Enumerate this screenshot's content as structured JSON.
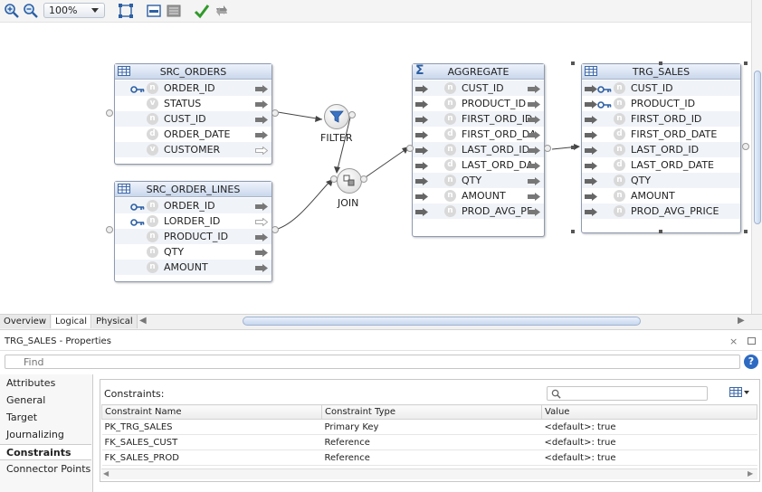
{
  "toolbar": {
    "zoom_value": "100%",
    "icons": [
      "zoom-in-icon",
      "zoom-out-icon",
      "fit-icon",
      "auto-layout-icon",
      "toggle-panel-icon",
      "validate-check-icon",
      "refresh-icon"
    ]
  },
  "nodes": {
    "src_orders": {
      "title": "SRC_ORDERS",
      "rows": [
        {
          "label": "ORDER_ID",
          "badge": "n",
          "key": true,
          "out": "filled"
        },
        {
          "label": "STATUS",
          "badge": "v",
          "key": false,
          "out": "filled"
        },
        {
          "label": "CUST_ID",
          "badge": "n",
          "key": false,
          "out": "filled"
        },
        {
          "label": "ORDER_DATE",
          "badge": "d",
          "key": false,
          "out": "filled"
        },
        {
          "label": "CUSTOMER",
          "badge": "v",
          "key": false,
          "out": "hollow"
        }
      ]
    },
    "src_order_lines": {
      "title": "SRC_ORDER_LINES",
      "rows": [
        {
          "label": "ORDER_ID",
          "badge": "n",
          "key": true,
          "out": "filled"
        },
        {
          "label": "LORDER_ID",
          "badge": "n",
          "key": true,
          "out": "hollow"
        },
        {
          "label": "PRODUCT_ID",
          "badge": "n",
          "key": false,
          "out": "filled"
        },
        {
          "label": "QTY",
          "badge": "n",
          "key": false,
          "out": "filled"
        },
        {
          "label": "AMOUNT",
          "badge": "n",
          "key": false,
          "out": "filled"
        }
      ]
    },
    "aggregate": {
      "title": "AGGREGATE",
      "rows": [
        {
          "label": "CUST_ID",
          "badge": "n",
          "key": false,
          "out": "filled"
        },
        {
          "label": "PRODUCT_ID",
          "badge": "n",
          "key": false,
          "out": "filled"
        },
        {
          "label": "FIRST_ORD_ID",
          "badge": "n",
          "key": false,
          "out": "filled"
        },
        {
          "label": "FIRST_ORD_DA",
          "badge": "d",
          "key": false,
          "out": "filled"
        },
        {
          "label": "LAST_ORD_ID",
          "badge": "n",
          "key": false,
          "out": "filled"
        },
        {
          "label": "LAST_ORD_DA",
          "badge": "d",
          "key": false,
          "out": "filled"
        },
        {
          "label": "QTY",
          "badge": "n",
          "key": false,
          "out": "filled"
        },
        {
          "label": "AMOUNT",
          "badge": "n",
          "key": false,
          "out": "filled"
        },
        {
          "label": "PROD_AVG_PF",
          "badge": "n",
          "key": false,
          "out": "filled"
        }
      ]
    },
    "trg_sales": {
      "title": "TRG_SALES",
      "rows": [
        {
          "label": "CUST_ID",
          "badge": "n",
          "key": true
        },
        {
          "label": "PRODUCT_ID",
          "badge": "n",
          "key": true
        },
        {
          "label": "FIRST_ORD_ID",
          "badge": "n",
          "key": false
        },
        {
          "label": "FIRST_ORD_DATE",
          "badge": "d",
          "key": false
        },
        {
          "label": "LAST_ORD_ID",
          "badge": "n",
          "key": false
        },
        {
          "label": "LAST_ORD_DATE",
          "badge": "d",
          "key": false
        },
        {
          "label": "QTY",
          "badge": "n",
          "key": false
        },
        {
          "label": "AMOUNT",
          "badge": "n",
          "key": false
        },
        {
          "label": "PROD_AVG_PRICE",
          "badge": "n",
          "key": false
        }
      ]
    }
  },
  "components": {
    "filter": "FILTER",
    "join": "JOIN"
  },
  "view_tabs": [
    "Overview",
    "Logical",
    "Physical"
  ],
  "properties": {
    "title": "TRG_SALES - Properties",
    "find_placeholder": "Find",
    "side_tabs": [
      "Attributes",
      "General",
      "Target",
      "Journalizing",
      "Constraints",
      "Connector Points"
    ],
    "active_tab": "Constraints",
    "constraints_label": "Constraints:",
    "columns": [
      "Constraint Name",
      "Constraint Type",
      "Value"
    ],
    "rows": [
      [
        "PK_TRG_SALES",
        "Primary Key",
        "<default>: true"
      ],
      [
        "FK_SALES_CUST",
        "Reference",
        "<default>: true"
      ],
      [
        "FK_SALES_PROD",
        "Reference",
        "<default>: true"
      ]
    ]
  }
}
